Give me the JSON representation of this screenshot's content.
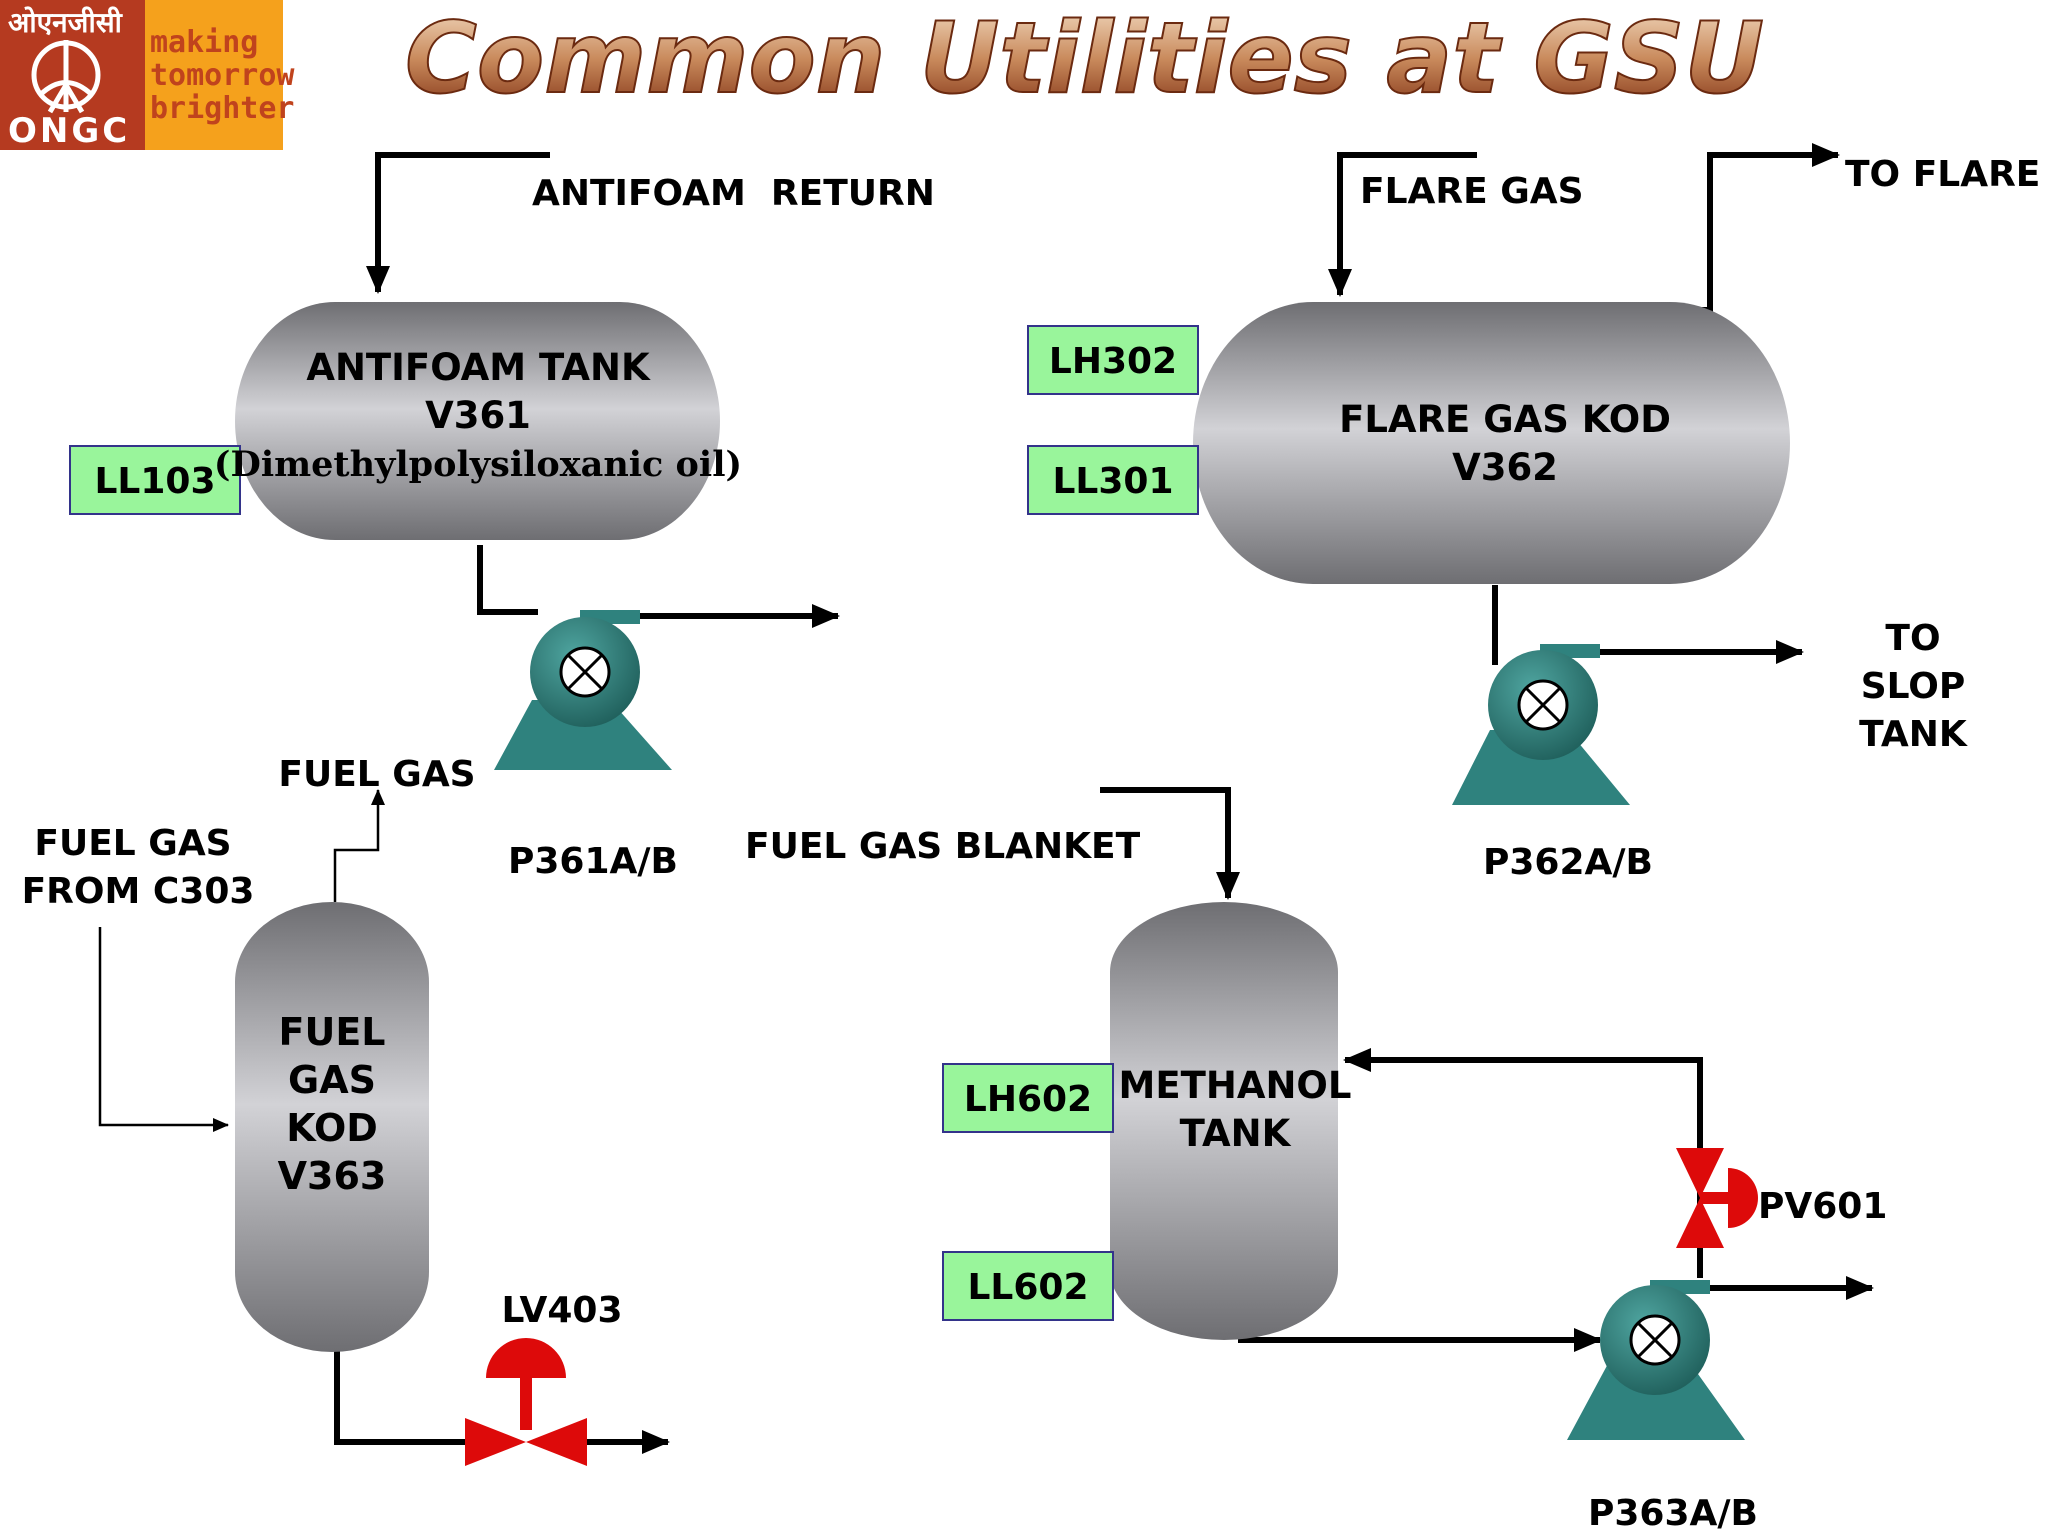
{
  "title": "Common Utilities at GSU",
  "logo": {
    "hindi_text": "ओएनजीसी",
    "brand": "ONGC",
    "tagline_1": "making",
    "tagline_2": "tomorrow",
    "tagline_3": "brighter"
  },
  "colors": {
    "instrument_box": "#99f59b",
    "pump": "#2f827e",
    "valve": "#dd0a0a",
    "vessel_dark": "#6e6e72",
    "vessel_light": "#d2d2d6",
    "title_light": "#ecc9a6",
    "title_dark": "#8b3a1a",
    "logo_red": "#b53a20",
    "logo_orange": "#f5a11c"
  },
  "antifoam": {
    "return_label": "ANTIFOAM  RETURN",
    "tank_line1": "ANTIFOAM TANK",
    "tank_line2": "V361",
    "tank_line3": "(Dimethylpolysiloxanic oil)",
    "level_tag": "LL103",
    "pump_tag": "P361A/B"
  },
  "flare": {
    "inlet_label": "FLARE GAS",
    "outlet_label": "TO FLARE",
    "vessel_line1": "FLARE GAS KOD",
    "vessel_line2": "V362",
    "level_high_tag": "LH302",
    "level_low_tag": "LL301",
    "pump_tag": "P362A/B",
    "dest_line1": "TO",
    "dest_line2": "SLOP",
    "dest_line3": "TANK"
  },
  "fuel_gas": {
    "outlet_label": "FUEL GAS",
    "source_line1": "FUEL GAS",
    "source_line2": "FROM C303",
    "vessel_line1": "FUEL",
    "vessel_line2": "GAS",
    "vessel_line3": "KOD",
    "vessel_line4": "V363",
    "valve_tag": "LV403"
  },
  "methanol": {
    "blanket_label": "FUEL GAS BLANKET",
    "tank_line1": "METHANOL",
    "tank_line2": "TANK",
    "level_high_tag": "LH602",
    "level_low_tag": "LL602",
    "valve_tag": "PV601",
    "pump_tag": "P363A/B"
  }
}
